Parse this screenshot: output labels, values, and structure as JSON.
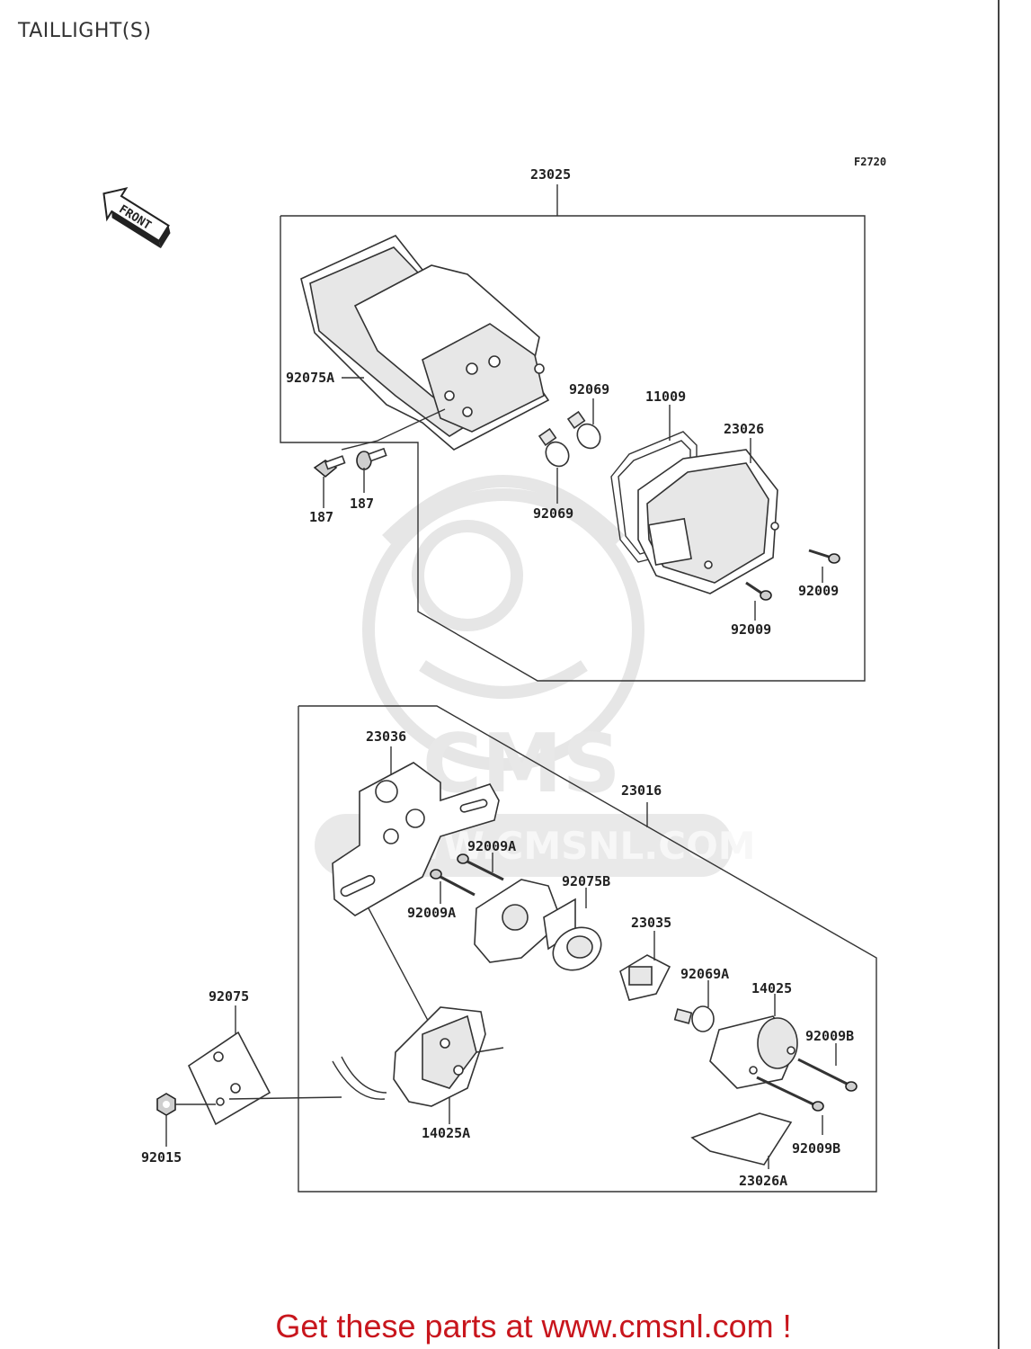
{
  "title": "TAILLIGHT(S)",
  "figure_code": "F2720",
  "front_marker": "FRONT",
  "watermark": {
    "brand": "CMS",
    "url": "WWW.CMSNL.COM"
  },
  "parts": {
    "p23025": "23025",
    "p92075A": "92075A",
    "p92069_top": "92069",
    "p92069_bottom": "92069",
    "p11009": "11009",
    "p23026": "23026",
    "p187_a": "187",
    "p187_b": "187",
    "p92009_right": "92009",
    "p92009_bottom": "92009",
    "p23036": "23036",
    "p23016": "23016",
    "p92009A_top": "92009A",
    "p92009A_bottom": "92009A",
    "p92075B": "92075B",
    "p23035": "23035",
    "p92069A": "92069A",
    "p14025": "14025",
    "p92075": "92075",
    "p92009B_top": "92009B",
    "p92009B_bottom": "92009B",
    "p92015": "92015",
    "p14025A": "14025A",
    "p23026A": "23026A"
  },
  "footer": "Get these parts at www.cmsnl.com !"
}
